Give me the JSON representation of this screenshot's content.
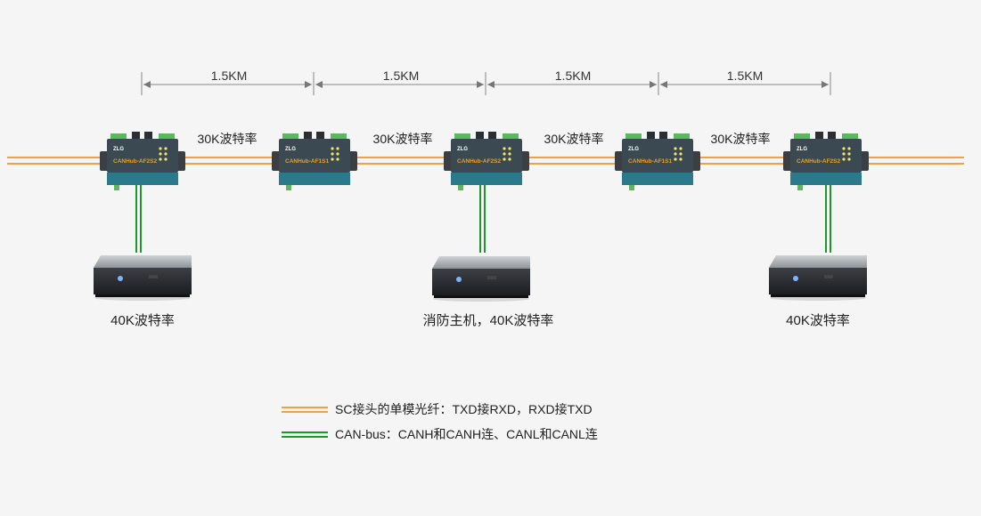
{
  "colors": {
    "fiber": "#f0a04b",
    "can": "#1a9a2a",
    "device_top": "#3b4a52",
    "device_bottom": "#2a7a8c",
    "accent": "#e8a020"
  },
  "distances": [
    "1.5KM",
    "1.5KM",
    "1.5KM",
    "1.5KM"
  ],
  "segment_rates": [
    "30K波特率",
    "30K波特率",
    "30K波特率",
    "30K波特率"
  ],
  "devices": [
    {
      "brand": "ZLG",
      "name": "CANHub-AF2S2"
    },
    {
      "brand": "ZLG",
      "name": "CANHub-AF1S1"
    },
    {
      "brand": "ZLG",
      "name": "CANHub-AF2S2"
    },
    {
      "brand": "ZLG",
      "name": "CANHub-AF1S1"
    },
    {
      "brand": "ZLG",
      "name": "CANHub-AF2S2"
    }
  ],
  "hosts": [
    "40K波特率",
    "消防主机，40K波特率",
    "40K波特率"
  ],
  "legend": {
    "fiber": "SC接头的单模光纤：TXD接RXD，RXD接TXD",
    "can": "CAN-bus：CANH和CANH连、CANL和CANL连"
  }
}
